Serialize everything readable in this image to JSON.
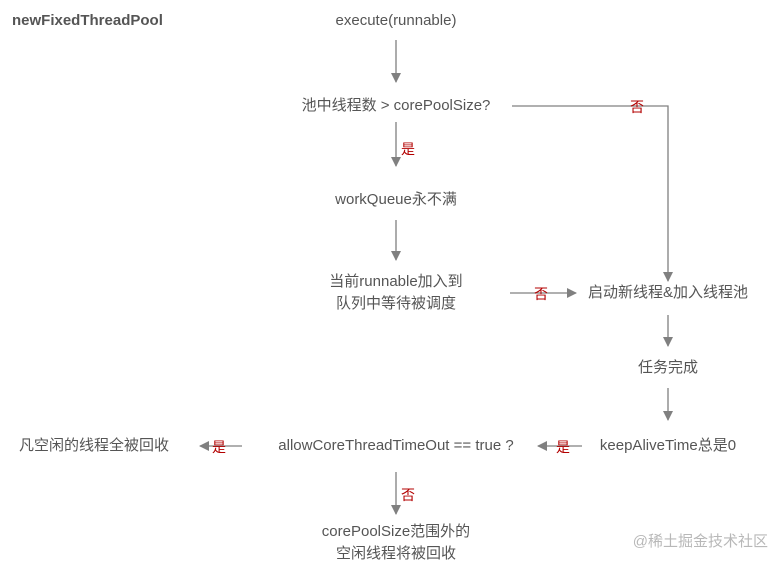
{
  "title": "newFixedThreadPool",
  "nodes": {
    "execute": "execute(runnable)",
    "compare": "池中线程数 > corePoolSize?",
    "queue_full": "workQueue永不满",
    "enqueue_line1": "当前runnable加入到",
    "enqueue_line2": "队列中等待被调度",
    "start_thread": "启动新线程&加入线程池",
    "task_done": "任务完成",
    "keep_alive": "keepAliveTime总是0",
    "allow_core": "allowCoreThreadTimeOut == true ?",
    "all_idle_recycled": "凡空闲的线程全被回收",
    "outside_core_line1": "corePoolSize范围外的",
    "outside_core_line2": "空闲线程将被回收"
  },
  "edge_labels": {
    "yes": "是",
    "no": "否"
  },
  "colors": {
    "text": "#555555",
    "edge": "#808080",
    "label": "#b30000"
  },
  "watermark": "@稀土掘金技术社区"
}
